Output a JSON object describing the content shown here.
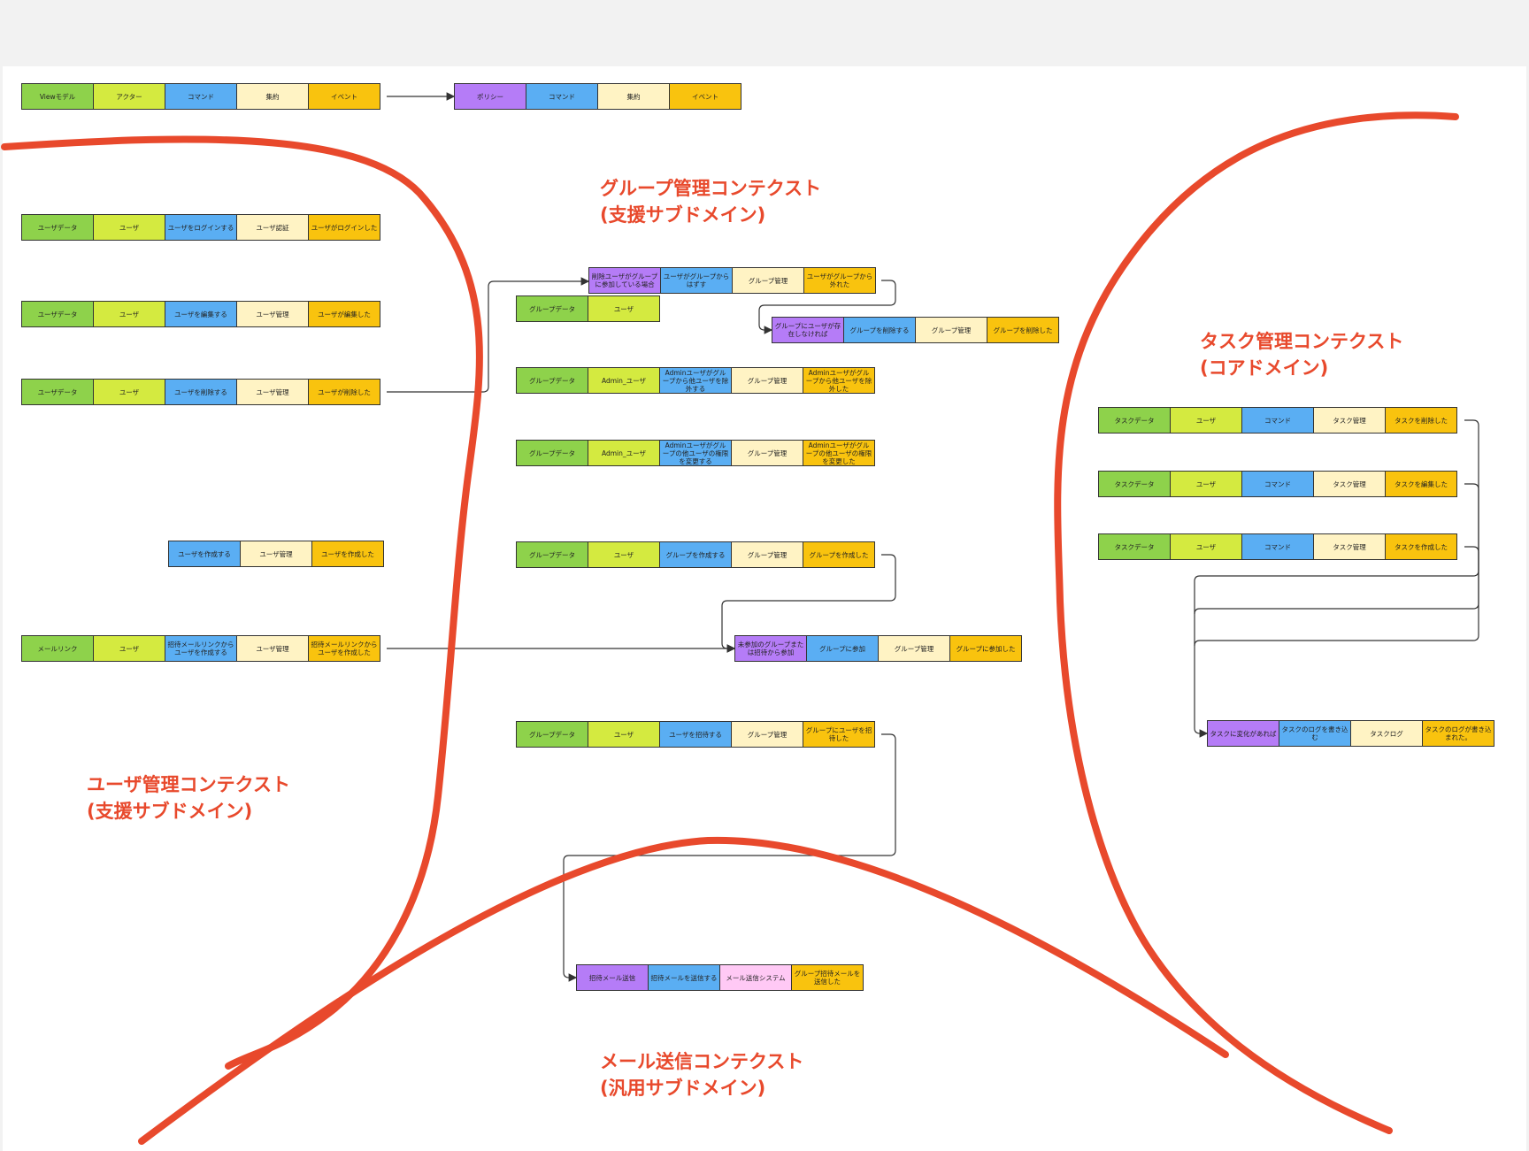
{
  "colors": {
    "view_model": "#8ed24b",
    "actor": "#d4ea40",
    "command": "#5aaef3",
    "aggregate": "#fff3c4",
    "event": "#f9c30e",
    "policy": "#b57cf7",
    "external_system": "#ffc9f5",
    "boundary": "#e8492c",
    "connector": "#333333"
  },
  "legend": {
    "left": [
      "Viewモデル",
      "アクター",
      "コマンド",
      "集約",
      "イベント"
    ],
    "right": [
      "ポリシー",
      "コマンド",
      "集約",
      "イベント"
    ]
  },
  "contexts": {
    "user": {
      "title": "ユーザ管理コンテクスト",
      "subtitle": "(支援サブドメイン)"
    },
    "group": {
      "title": "グループ管理コンテクスト",
      "subtitle": "(支援サブドメイン)"
    },
    "task": {
      "title": "タスク管理コンテクスト",
      "subtitle": "(コアドメイン)"
    },
    "mail": {
      "title": "メール送信コンテクスト",
      "subtitle": "(汎用サブドメイン)"
    }
  },
  "user_rows": [
    [
      "ユーザデータ",
      "ユーザ",
      "ユーザをログインする",
      "ユーザ認証",
      "ユーザがログインした"
    ],
    [
      "ユーザデータ",
      "ユーザ",
      "ユーザを編集する",
      "ユーザ管理",
      "ユーザが編集した"
    ],
    [
      "ユーザデータ",
      "ユーザ",
      "ユーザを削除する",
      "ユーザ管理",
      "ユーザが削除した"
    ],
    [
      "ユーザを作成する",
      "ユーザ管理",
      "ユーザを作成した"
    ],
    [
      "メールリンク",
      "ユーザ",
      "招待メールリンクからユーザを作成する",
      "ユーザ管理",
      "招待メールリンクからユーザを作成した"
    ]
  ],
  "group_rows": {
    "remove_policy": [
      "削除ユーザがグループに参加している場合",
      "ユーザがグループからはずす",
      "グループ管理",
      "ユーザがグループから外れた"
    ],
    "remove_actor": [
      "グループデータ",
      "ユーザ"
    ],
    "delete_group_policy": [
      "グループにユーザが存在しなければ",
      "グループを削除する",
      "グループ管理",
      "グループを削除した"
    ],
    "admin_remove": [
      "グループデータ",
      "Admin_ユーザ",
      "Adminユーザがグループから他ユーザを除外する",
      "グループ管理",
      "Adminユーザがグループから他ユーザを除外した"
    ],
    "admin_role": [
      "グループデータ",
      "Admin_ユーザ",
      "Adminユーザがグループの他ユーザの権限を変更する",
      "グループ管理",
      "Adminユーザがグループの他ユーザの権限を変更した"
    ],
    "create": [
      "グループデータ",
      "ユーザ",
      "グループを作成する",
      "グループ管理",
      "グループを作成した"
    ],
    "join": [
      "未参加のグループまたは招待から参加",
      "グループに参加",
      "グループ管理",
      "グループに参加した"
    ],
    "invite": [
      "グループデータ",
      "ユーザ",
      "ユーザを招待する",
      "グループ管理",
      "グループにユーザを招待した"
    ]
  },
  "task_rows": [
    [
      "タスクデータ",
      "ユーザ",
      "コマンド",
      "タスク管理",
      "タスクを削除した"
    ],
    [
      "タスクデータ",
      "ユーザ",
      "コマンド",
      "タスク管理",
      "タスクを編集した"
    ],
    [
      "タスクデータ",
      "ユーザ",
      "コマンド",
      "タスク管理",
      "タスクを作成した"
    ]
  ],
  "task_log_row": [
    "タスクに変化があれば",
    "タスクのログを書き込む",
    "タスクログ",
    "タスクのログが書き込まれた。"
  ],
  "mail_row": [
    "招待メール送信",
    "招待メールを送信する",
    "メール送信システム",
    "グループ招待メールを送信した"
  ]
}
